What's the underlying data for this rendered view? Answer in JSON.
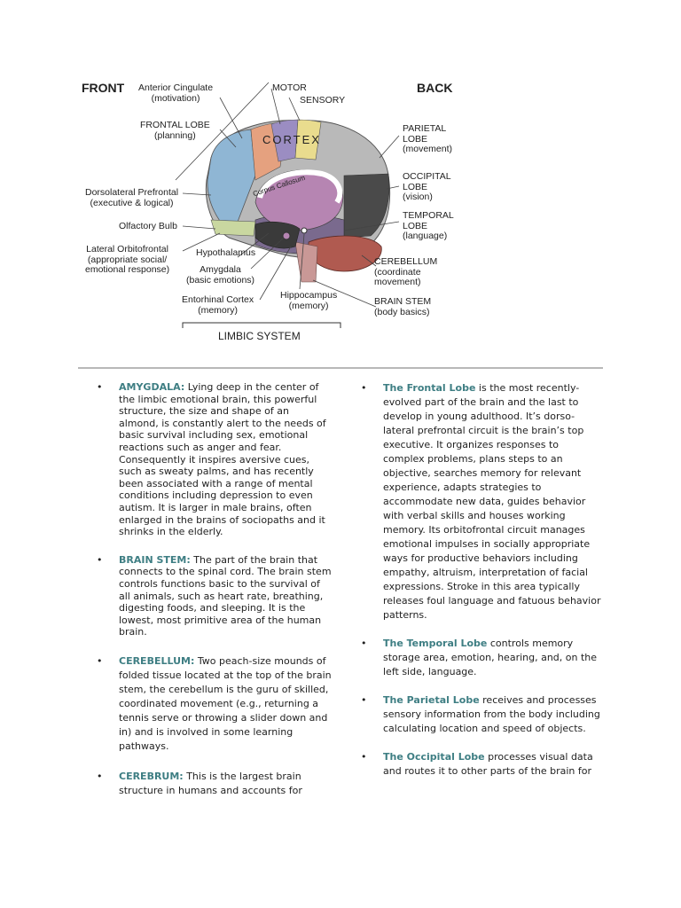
{
  "figure": {
    "front": "FRONT",
    "back": "BACK",
    "motor": "MOTOR",
    "sensory": "SENSORY",
    "cortex": "CORTEX",
    "corpus_callosum": "Corpus Callosum",
    "limbic_system": "LIMBIC SYSTEM",
    "anterior_cingulate": [
      "Anterior Cingulate",
      "(motivation)"
    ],
    "frontal_lobe": [
      "FRONTAL LOBE",
      "(planning)"
    ],
    "dorsolateral": [
      "Dorsolateral Prefrontal",
      "(executive & logical)"
    ],
    "olfactory": [
      "Olfactory Bulb"
    ],
    "lateral_orbitofrontal": [
      "Lateral Orbitofrontal",
      "(appropriate social/",
      "emotional response)"
    ],
    "hypothalamus": [
      "Hypothalamus"
    ],
    "amygdala": [
      "Amygdala",
      "(basic emotions)"
    ],
    "entorhinal": [
      "Entorhinal Cortex",
      "(memory)"
    ],
    "hippocampus": [
      "Hippocampus",
      "(memory)"
    ],
    "parietal": [
      "PARIETAL",
      "LOBE",
      "(movement)"
    ],
    "occipital": [
      "OCCIPITAL",
      "LOBE",
      "(vision)"
    ],
    "temporal": [
      "TEMPORAL",
      "LOBE",
      "(language)"
    ],
    "cerebellum": [
      "CEREBELLUM",
      "(coordinate",
      "movement)"
    ],
    "brain_stem": [
      "BRAIN STEM",
      "(body basics)"
    ],
    "colors": {
      "frontal": "#8fb6d4",
      "cingulate": "#e5a17f",
      "motor": "#9b8dc2",
      "sensory": "#e9dc8e",
      "parietal": "#b9b9b9",
      "occipital": "#4a4a4a",
      "temporal": "#7a6a8e",
      "limbic": "#b685b2",
      "olfactory": "#c9d7a0",
      "cerebellum": "#b05a50",
      "stem": "#c99896",
      "term": "#3e7e83"
    }
  },
  "left_items": [
    {
      "term": "AMYGDALA:",
      "text": " Lying deep in the center of the limbic emotional brain, this powerful structure, the size and shape of an almond, is constantly alert to the needs of basic survival including sex, emotional reactions such as anger and fear. Consequently it inspires aversive cues, such as sweaty palms, and has recently been associated with a range of mental conditions including depression to even autism. It is larger in male brains, often enlarged in the brains of sociopaths and it shrinks in the elderly."
    },
    {
      "term": "BRAIN STEM:",
      "text": " The part of the brain that connects to the spinal cord. The brain stem controls functions basic to the survival of all animals, such as heart rate, breathing, digesting foods, and sleeping. It is the lowest, most primitive area of the human brain."
    },
    {
      "term": "CEREBELLUM:",
      "text": " Two peach-size mounds of folded tissue located at the top of the brain stem, the cerebellum is the guru of skilled, coordinated movement (e.g., returning a tennis serve or throwing a slider down and in) and is involved in some learning pathways."
    },
    {
      "term": "CEREBRUM:",
      "text": " This is the largest brain structure in humans and accounts for"
    }
  ],
  "right_items": [
    {
      "term": "The Frontal Lobe",
      "text": " is the most recently-evolved part of the brain and the last to develop in young adulthood. It’s dorso-lateral prefrontal circuit is the brain’s top executive. It organizes responses to complex problems, plans steps to an objective, searches memory for relevant experience, adapts strategies to accommodate new data, guides behavior with verbal skills and houses working memory. Its orbitofrontal circuit manages emotional impulses in socially appropriate ways for productive behaviors including empathy, altruism, interpretation of facial expressions. Stroke in this area typically releases foul language and fatuous behavior patterns."
    },
    {
      "term": "The Temporal Lobe",
      "text": " controls memory storage area, emotion, hearing, and, on the left side, language."
    },
    {
      "term": "The Parietal Lobe",
      "text": " receives and processes sensory information from the body including calculating location and speed of objects."
    },
    {
      "term": "The Occipital Lobe",
      "text": " processes visual data and routes it to other parts of the brain for"
    }
  ]
}
